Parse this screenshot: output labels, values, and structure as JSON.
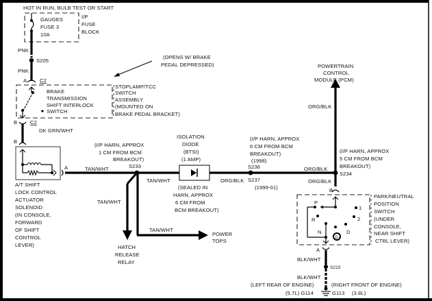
{
  "diagram": {
    "title": "A/T Shift Lock Control Circuit",
    "power_source": {
      "label": "HOT IN RUN, BULB TEST OR START",
      "fuse_block": [
        "I/P",
        "FUSE",
        "BLOCK"
      ],
      "fuse": [
        "GAUGES",
        "FUSE 3",
        "10A"
      ]
    },
    "wires": {
      "pnk_1": "PNK",
      "pnk_2": "PNK",
      "dk_grn_wht": "DK GRN/WHT",
      "tan_wht_1": "TAN/WHT",
      "tan_wht_2": "TAN/WHT",
      "tan_wht_3": "TAN/WHT",
      "tan_wht_4": "TAN/WHT",
      "org_blk_1": "ORG/BLK",
      "org_blk_2": "ORG/BLK",
      "org_blk_3": "ORG/BLK",
      "org_blk_4": "ORG/BLK",
      "blk_wht_1": "BLK/WHT",
      "blk_wht_2": "BLK/WHT"
    },
    "splices": {
      "s205": "S205",
      "s233": "S233",
      "s236": "S236",
      "s237": "S237",
      "s234": "S234",
      "s215": "S215"
    },
    "connectors": {
      "c2_a": "C2",
      "c2_b": "C2",
      "pin_a": "A",
      "pin_b": "B",
      "pin_b2": "B",
      "solenoid_pin_a": "A",
      "pnp_pin_b": "B",
      "pnp_pin_a": "A"
    },
    "brake_switch": {
      "note": [
        "(OPENS W/ BRAKE",
        "PEDAL DEPRESSED)"
      ],
      "inner": [
        "BRAKE",
        "TRANSMISSION",
        "SHIFT INTERLOCK",
        "SWITCH"
      ],
      "outer": [
        "STOPLAMP/TCC",
        "SWITCH",
        "ASSEMBLY",
        "(MOUNTED ON",
        "BRAKE PEDAL BRACKET)"
      ]
    },
    "solenoid": {
      "label": [
        "A/T SHIFT",
        "LOCK CONTROL",
        "ACTUATOR",
        "SOLENOID",
        "(IN CONSOLE,",
        "FORWARD",
        "OF SHIFT",
        "CONTROL",
        "LEVER)"
      ]
    },
    "s233_note": [
      "(I/P HARN, APPROX",
      "1 CM FROM BCM",
      "BREAKOUT)"
    ],
    "diode": {
      "title": [
        "ISOLATION",
        "DIODE",
        "(BTSI)",
        "(1 AMP)"
      ],
      "note": [
        "(SEALED IN",
        "HARN, APPROX",
        "6 CM FROM",
        "BCM BREAKOUT)"
      ]
    },
    "s236_note": [
      "(I/P HARN, APPROX",
      "6 CM FROM BCM",
      "BREAKOUT)",
      "(1998)"
    ],
    "s237_note": "(1999-01)",
    "s234_note": [
      "(I/P HARN, APPROX",
      "5 CM FROM BCM",
      "BREAKOUT)"
    ],
    "pcm": [
      "POWERTRAIN",
      "CONTROL",
      "MODULE (PCM)"
    ],
    "hatch": [
      "HATCH",
      "RELEASE",
      "RELAY"
    ],
    "power_tops": [
      "POWER",
      "TOPS"
    ],
    "pnp_switch": {
      "label": [
        "PARK/NEUTRAL",
        "POSITION",
        "SWITCH",
        "(UNDER",
        "CONSOLE,",
        "NEAR SHIFT",
        "CTRL LEVER)"
      ],
      "positions": {
        "p": "P",
        "r": "R",
        "n": "N",
        "d": "D",
        "one": "1",
        "two": "2",
        "current": "D"
      }
    },
    "grounds": {
      "left_note": "(LEFT REAR OF ENGINE)",
      "left_id": "(5.7L) G114",
      "right_note": "(RIGHT FRONT OF ENGINE)",
      "right_id": "G113",
      "right_engine": "(3.8L)"
    }
  }
}
